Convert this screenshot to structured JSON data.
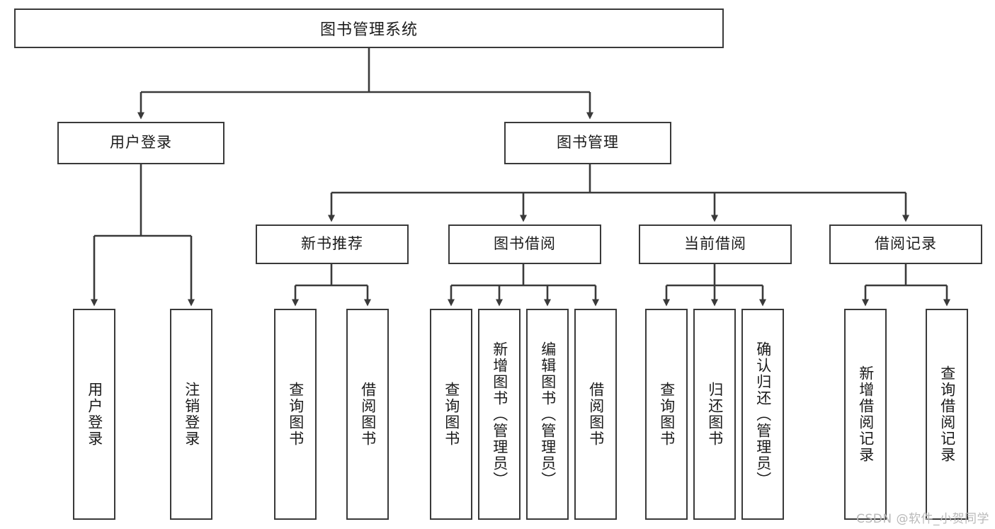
{
  "diagram": {
    "title_node": {
      "label": "图书管理系统"
    },
    "level2": [
      {
        "id": "user-login",
        "label": "用户登录"
      },
      {
        "id": "book-manage",
        "label": "图书管理"
      }
    ],
    "level3": [
      {
        "id": "new-book-rec",
        "label": "新书推荐"
      },
      {
        "id": "book-borrow",
        "label": "图书借阅"
      },
      {
        "id": "current-borrow",
        "label": "当前借阅"
      },
      {
        "id": "borrow-record",
        "label": "借阅记录"
      }
    ],
    "leaves": {
      "user_login": [
        {
          "id": "leaf-user-login",
          "label": "用户登录"
        },
        {
          "id": "leaf-logout-login",
          "label": "注销登录"
        }
      ],
      "new_book_rec": [
        {
          "id": "leaf-query-book-1",
          "label": "查询图书"
        },
        {
          "id": "leaf-borrow-book-1",
          "label": "借阅图书"
        }
      ],
      "book_borrow": [
        {
          "id": "leaf-query-book-2",
          "label": "查询图书"
        },
        {
          "id": "leaf-add-book",
          "label": "新增图书（管理员）"
        },
        {
          "id": "leaf-edit-book",
          "label": "编辑图书（管理员）"
        },
        {
          "id": "leaf-borrow-book-2",
          "label": "借阅图书"
        }
      ],
      "current_borrow": [
        {
          "id": "leaf-query-book-3",
          "label": "查询图书"
        },
        {
          "id": "leaf-return-book",
          "label": "归还图书"
        },
        {
          "id": "leaf-confirm-return",
          "label": "确认归还（管理员）"
        }
      ],
      "borrow_record": [
        {
          "id": "leaf-add-record",
          "label": "新增借阅记录"
        },
        {
          "id": "leaf-query-record",
          "label": "查询借阅记录"
        }
      ]
    }
  },
  "watermark": {
    "text": "CSDN @软件_小贺同学"
  },
  "colors": {
    "stroke": "#3a3a3a",
    "background": "#ffffff",
    "text": "#1b1b1b",
    "watermark": "#b9b9b9"
  }
}
